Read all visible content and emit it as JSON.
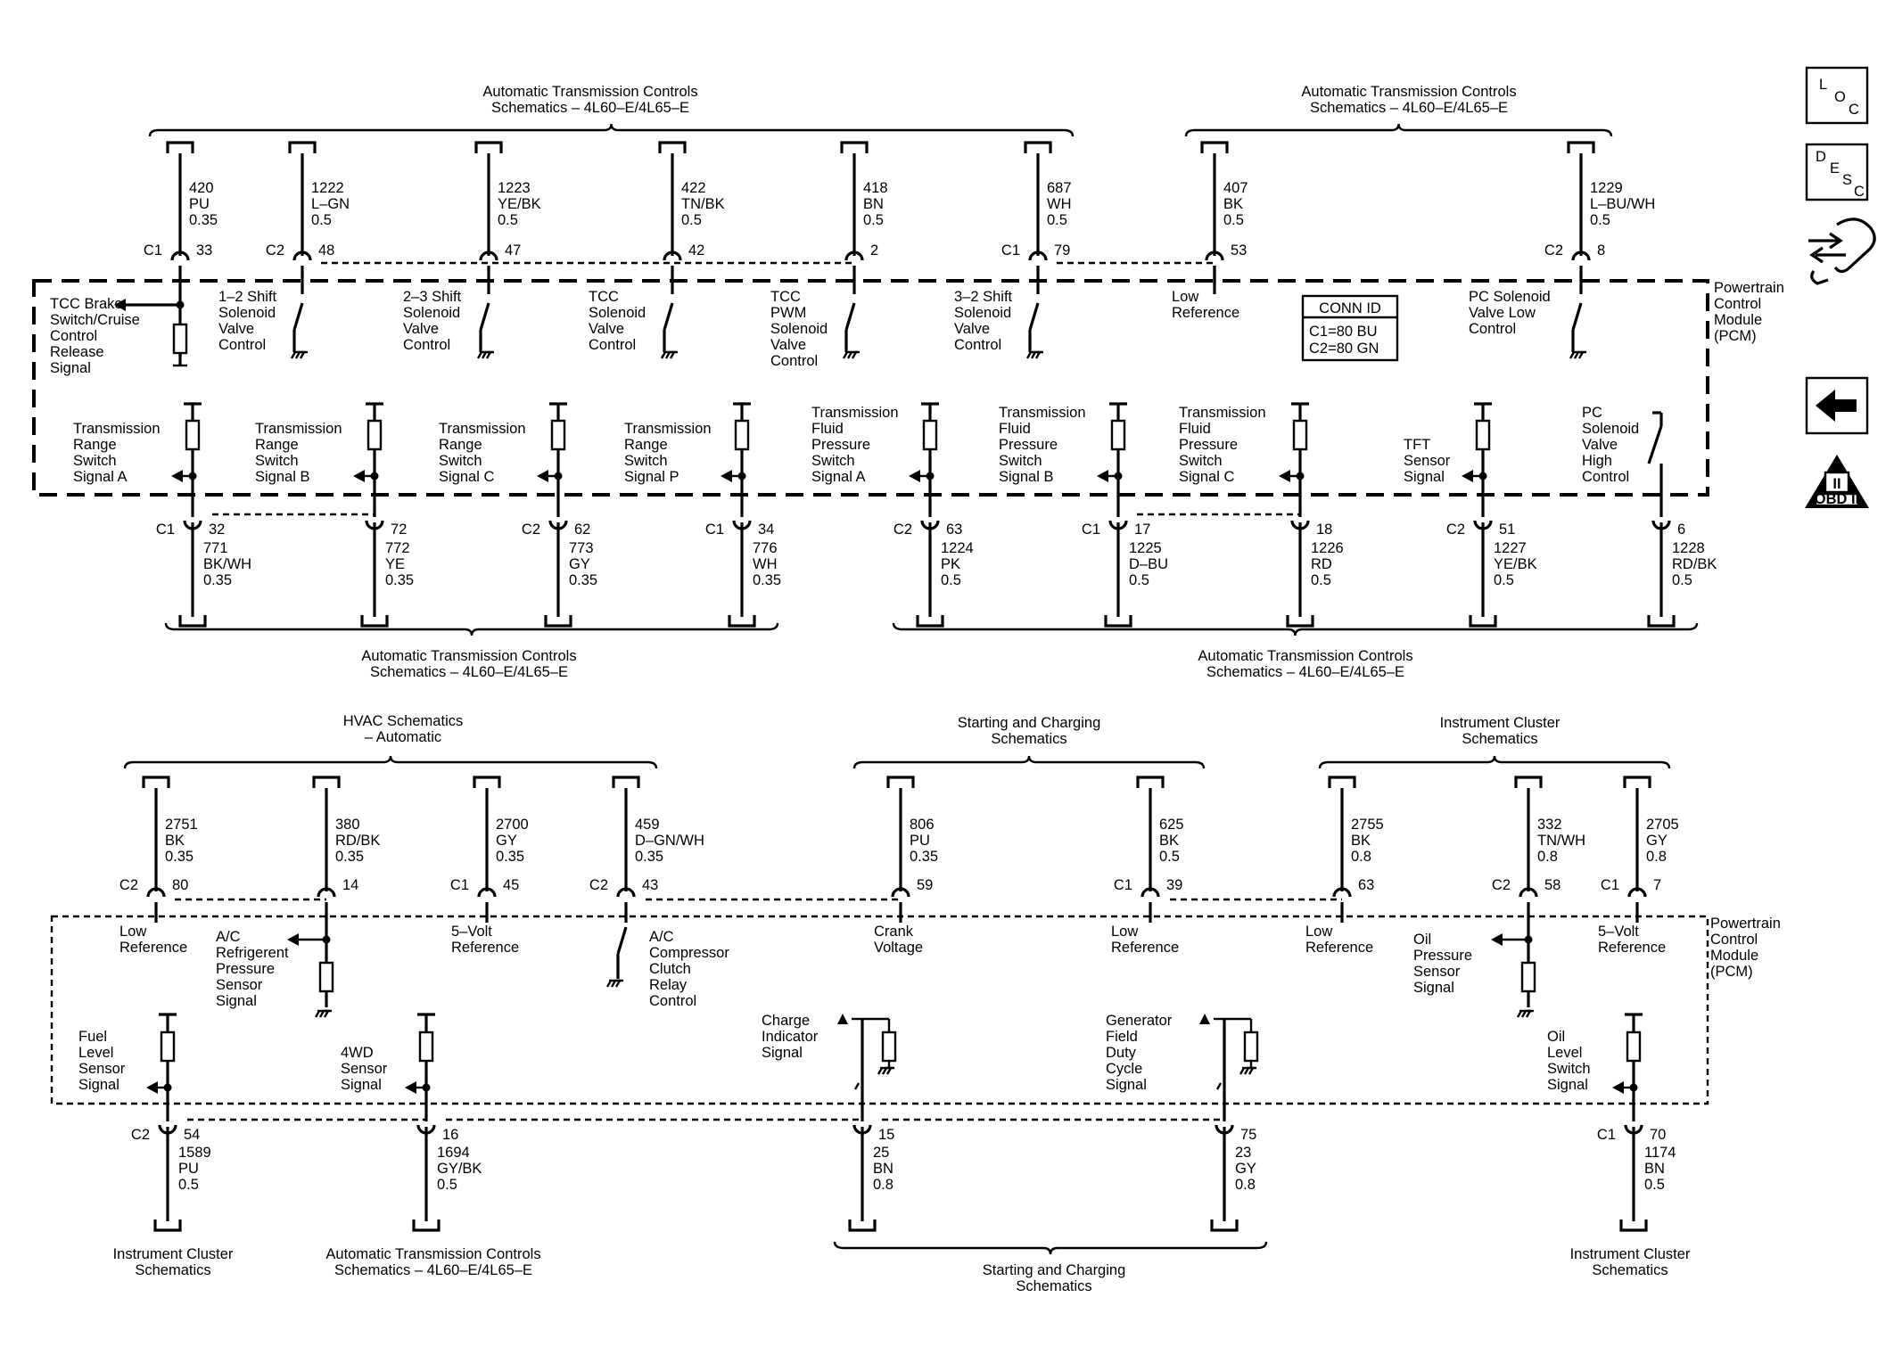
{
  "refs": {
    "top_left": [
      "Automatic Transmission Controls",
      "Schematics – 4L60–E/4L65–E"
    ],
    "top_right": [
      "Automatic Transmission Controls",
      "Schematics – 4L60–E/4L65–E"
    ],
    "mid_left": [
      "Automatic Transmission Controls",
      "Schematics – 4L60–E/4L65–E"
    ],
    "mid_right": [
      "Automatic Transmission Controls",
      "Schematics – 4L60–E/4L65–E"
    ],
    "hvac": [
      "HVAC Schematics",
      "– Automatic"
    ],
    "start_top": [
      "Starting and Charging",
      "Schematics"
    ],
    "ic_top": [
      "Instrument Cluster",
      "Schematics"
    ],
    "ic_bl": [
      "Instrument Cluster",
      "Schematics"
    ],
    "atc_bottom": [
      "Automatic Transmission Controls",
      "Schematics – 4L60–E/4L65–E"
    ],
    "start_bottom": [
      "Starting and Charging",
      "Schematics"
    ],
    "ic_br": [
      "Instrument Cluster",
      "Schematics"
    ]
  },
  "module": {
    "top": [
      "Powertrain",
      "Control",
      "Module",
      "(PCM)"
    ],
    "bottom": [
      "Powertrain",
      "Control",
      "Module",
      "(PCM)"
    ]
  },
  "conn_id": {
    "title": "CONN ID",
    "c1": "C1=80 BU",
    "c2": "C2=80 GN"
  },
  "top_upper_circuits": [
    {
      "circuit": "420",
      "color": "PU",
      "size": "0.35",
      "conn": "C1",
      "pin": "33",
      "label": [
        "TCC Brake",
        "Switch/Cruise",
        "Control",
        "Release",
        "Signal"
      ]
    },
    {
      "circuit": "1222",
      "color": "L–GN",
      "size": "0.5",
      "conn": "C2",
      "pin": "48",
      "label": [
        "1–2 Shift",
        "Solenoid",
        "Valve",
        "Control"
      ]
    },
    {
      "circuit": "1223",
      "color": "YE/BK",
      "size": "0.5",
      "conn": "",
      "pin": "47",
      "label": [
        "2–3 Shift",
        "Solenoid",
        "Valve",
        "Control"
      ]
    },
    {
      "circuit": "422",
      "color": "TN/BK",
      "size": "0.5",
      "conn": "",
      "pin": "42",
      "label": [
        "TCC",
        "Solenoid",
        "Valve",
        "Control"
      ]
    },
    {
      "circuit": "418",
      "color": "BN",
      "size": "0.5",
      "conn": "",
      "pin": "2",
      "label": [
        "TCC",
        "PWM",
        "Solenoid",
        "Valve",
        "Control"
      ]
    },
    {
      "circuit": "687",
      "color": "WH",
      "size": "0.5",
      "conn": "C1",
      "pin": "79",
      "label": [
        "3–2 Shift",
        "Solenoid",
        "Valve",
        "Control"
      ]
    },
    {
      "circuit": "407",
      "color": "BK",
      "size": "0.5",
      "conn": "",
      "pin": "53",
      "label": [
        "Low",
        "Reference"
      ]
    },
    {
      "circuit": "1229",
      "color": "L–BU/WH",
      "size": "0.5",
      "conn": "C2",
      "pin": "8",
      "label": [
        "PC Solenoid",
        "Valve Low",
        "Control"
      ]
    }
  ],
  "top_lower_circuits": [
    {
      "circuit": "771",
      "color": "BK/WH",
      "size": "0.35",
      "conn": "C1",
      "pin": "32",
      "label": [
        "Transmission",
        "Range",
        "Switch",
        "Signal A"
      ]
    },
    {
      "circuit": "772",
      "color": "YE",
      "size": "0.35",
      "conn": "",
      "pin": "72",
      "label": [
        "Transmission",
        "Range",
        "Switch",
        "Signal B"
      ]
    },
    {
      "circuit": "773",
      "color": "GY",
      "size": "0.35",
      "conn": "C2",
      "pin": "62",
      "label": [
        "Transmission",
        "Range",
        "Switch",
        "Signal C"
      ]
    },
    {
      "circuit": "776",
      "color": "WH",
      "size": "0.35",
      "conn": "C1",
      "pin": "34",
      "label": [
        "Transmission",
        "Range",
        "Switch",
        "Signal P"
      ]
    },
    {
      "circuit": "1224",
      "color": "PK",
      "size": "0.5",
      "conn": "C2",
      "pin": "63",
      "label": [
        "Transmission",
        "Fluid",
        "Pressure",
        "Switch",
        "Signal A"
      ]
    },
    {
      "circuit": "1225",
      "color": "D–BU",
      "size": "0.5",
      "conn": "C1",
      "pin": "17",
      "label": [
        "Transmission",
        "Fluid",
        "Pressure",
        "Switch",
        "Signal B"
      ]
    },
    {
      "circuit": "1226",
      "color": "RD",
      "size": "0.5",
      "conn": "",
      "pin": "18",
      "label": [
        "Transmission",
        "Fluid",
        "Pressure",
        "Switch",
        "Signal C"
      ]
    },
    {
      "circuit": "1227",
      "color": "YE/BK",
      "size": "0.5",
      "conn": "C2",
      "pin": "51",
      "label": [
        "TFT",
        "Sensor",
        "Signal"
      ]
    },
    {
      "circuit": "1228",
      "color": "RD/BK",
      "size": "0.5",
      "conn": "",
      "pin": "6",
      "label": [
        "PC",
        "Solenoid",
        "Valve",
        "High",
        "Control"
      ]
    }
  ],
  "bottom_upper_circuits": [
    {
      "circuit": "2751",
      "color": "BK",
      "size": "0.35",
      "conn": "C2",
      "pin": "80",
      "label": [
        "Low",
        "Reference"
      ]
    },
    {
      "circuit": "380",
      "color": "RD/BK",
      "size": "0.35",
      "conn": "",
      "pin": "14",
      "label": [
        "A/C",
        "Refrigerent",
        "Pressure",
        "Sensor",
        "Signal"
      ]
    },
    {
      "circuit": "2700",
      "color": "GY",
      "size": "0.35",
      "conn": "C1",
      "pin": "45",
      "label": [
        "5–Volt",
        "Reference"
      ]
    },
    {
      "circuit": "459",
      "color": "D–GN/WH",
      "size": "0.35",
      "conn": "C2",
      "pin": "43",
      "label": [
        "A/C",
        "Compressor",
        "Clutch",
        "Relay",
        "Control"
      ]
    },
    {
      "circuit": "806",
      "color": "PU",
      "size": "0.35",
      "conn": "",
      "pin": "59",
      "label": [
        "Crank",
        "Voltage"
      ]
    },
    {
      "circuit": "625",
      "color": "BK",
      "size": "0.5",
      "conn": "C1",
      "pin": "39",
      "label": [
        "Low",
        "Reference"
      ]
    },
    {
      "circuit": "2755",
      "color": "BK",
      "size": "0.8",
      "conn": "",
      "pin": "63",
      "label": [
        "Low",
        "Reference"
      ]
    },
    {
      "circuit": "332",
      "color": "TN/WH",
      "size": "0.8",
      "conn": "C2",
      "pin": "58",
      "label": [
        "Oil",
        "Pressure",
        "Sensor",
        "Signal"
      ]
    },
    {
      "circuit": "2705",
      "color": "GY",
      "size": "0.8",
      "conn": "C1",
      "pin": "7",
      "label": [
        "5–Volt",
        "Reference"
      ]
    }
  ],
  "bottom_lower_circuits": [
    {
      "circuit": "1589",
      "color": "PU",
      "size": "0.5",
      "conn": "C2",
      "pin": "54",
      "label": [
        "Fuel",
        "Level",
        "Sensor",
        "Signal"
      ]
    },
    {
      "circuit": "1694",
      "color": "GY/BK",
      "size": "0.5",
      "conn": "",
      "pin": "16",
      "label": [
        "4WD",
        "Sensor",
        "Signal"
      ]
    },
    {
      "circuit": "25",
      "color": "BN",
      "size": "0.8",
      "conn": "",
      "pin": "15",
      "label": [
        "Charge",
        "Indicator",
        "Signal"
      ]
    },
    {
      "circuit": "23",
      "color": "GY",
      "size": "0.8",
      "conn": "",
      "pin": "75",
      "label": [
        "Generator",
        "Field",
        "Duty",
        "Cycle",
        "Signal"
      ]
    },
    {
      "circuit": "1174",
      "color": "BN",
      "size": "0.5",
      "conn": "C1",
      "pin": "70",
      "label": [
        "Oil",
        "Level",
        "Switch",
        "Signal"
      ]
    }
  ],
  "nav": {
    "loc": [
      "L",
      "O",
      "C"
    ],
    "desc": [
      "D",
      "E",
      "S",
      "C"
    ],
    "obd": [
      "II",
      "OBD II"
    ]
  }
}
